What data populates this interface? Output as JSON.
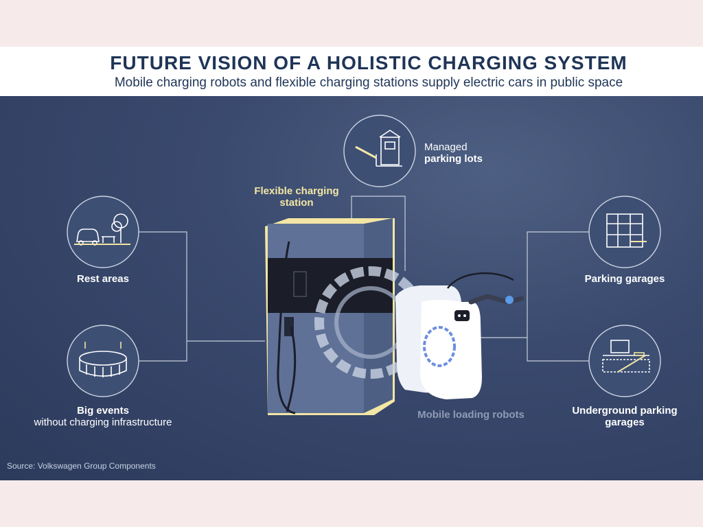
{
  "header": {
    "title": "FUTURE VISION OF A HOLISTIC CHARGING SYSTEM",
    "subtitle": "Mobile charging robots and flexible charging stations supply electric cars in public space"
  },
  "nodes": {
    "managed_parking": {
      "line1": "Managed",
      "line2": "parking lots",
      "icon": "parking-barrier-icon"
    },
    "flexible_station": {
      "line1": "Flexible charging",
      "line2": "station"
    },
    "rest_areas": {
      "label": "Rest areas",
      "icon": "car-and-tree-icon"
    },
    "big_events": {
      "line1": "Big events",
      "line2": "without charging infrastructure",
      "icon": "stadium-icon"
    },
    "parking_garages": {
      "label": "Parking garages",
      "icon": "parking-garage-icon"
    },
    "underground": {
      "line1": "Underground parking",
      "line2": "garages",
      "icon": "underground-garage-icon"
    },
    "robots": {
      "label": "Mobile loading robots"
    }
  },
  "source": "Source: Volkswagen Group Components",
  "colors": {
    "title": "#1f3557",
    "panel": "#34446a",
    "accent_yellow": "#f3e6a4",
    "line": "#c8cfdc"
  }
}
